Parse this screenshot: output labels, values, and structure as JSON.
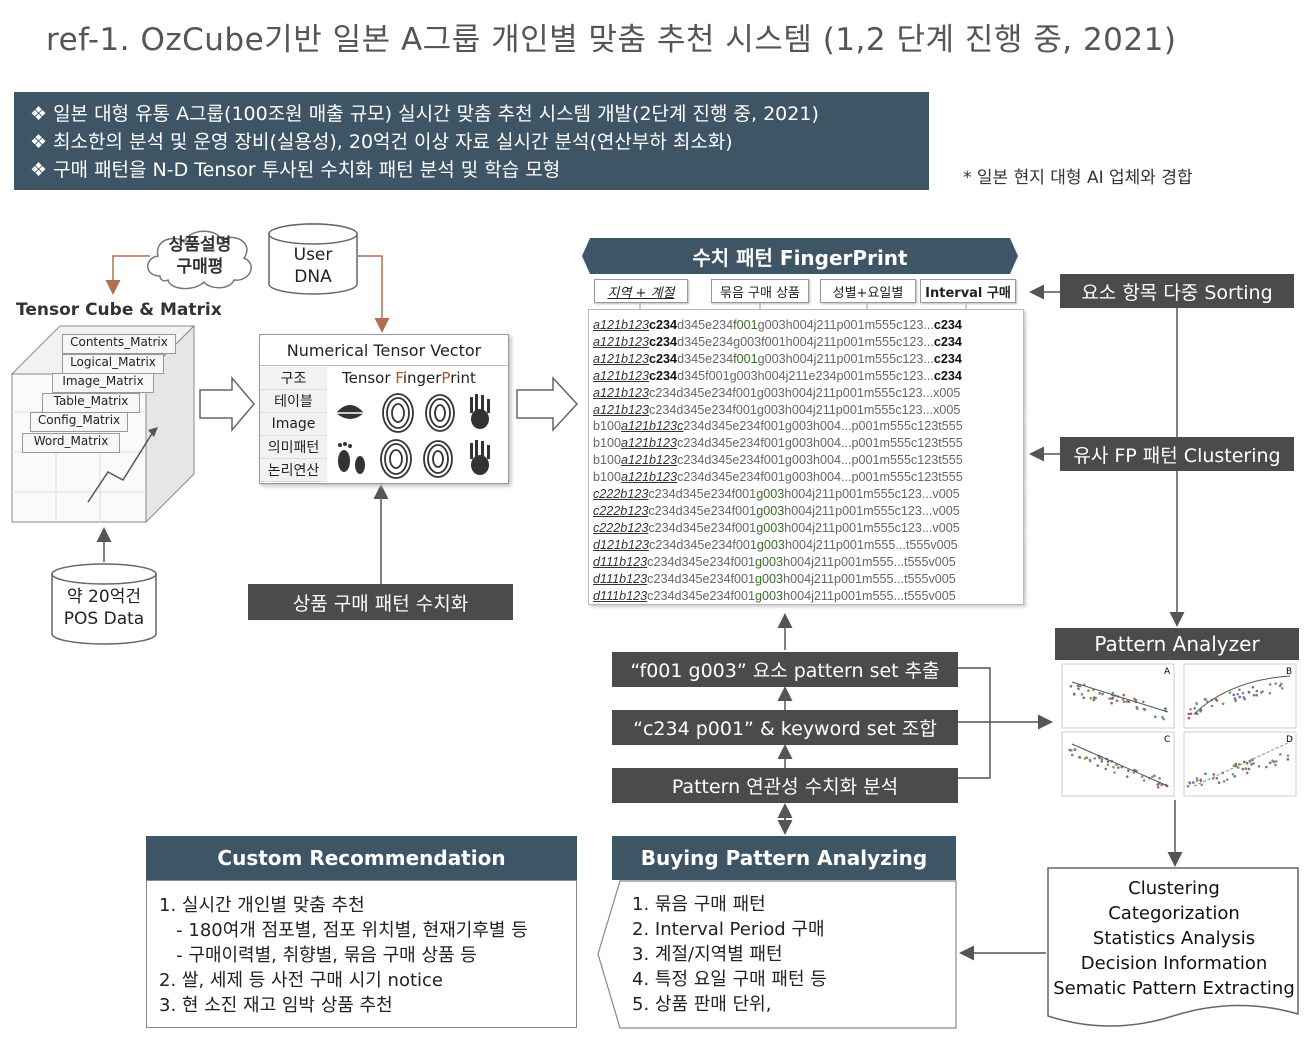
{
  "title": "ref-1. OzCube기반 일본 A그룹 개인별 맞춤 추천 시스템 (1,2 단계 진행 중, 2021)",
  "bullets": [
    "❖ 일본 대형 유통 A그룹(100조원 매출 규모) 실시간 맞춤 추천 시스템 개발(2단계 진행 중, 2021)",
    "❖ 최소한의 분석 및 운영 장비(실용성), 20억건 이상 자료 실시간 분석(연산부하 최소화)",
    "❖ 구매 패턴을 N-D Tensor 투사된 수치화 패턴 분석 및 학습 모형"
  ],
  "note": "* 일본 현지 대형 AI 업체와 경합",
  "left_panel": {
    "cloud_label": "상품설명\n구매평",
    "user_dna": "User\nDNA",
    "tensor_title": "Tensor Cube & Matrix",
    "matrices": [
      "Contents_Matrix",
      "Logical_Matrix",
      "Image_Matrix",
      "Table_Matrix",
      "Config_Matrix",
      "Word_Matrix"
    ],
    "pos_data": "약 20억건\nPOS Data"
  },
  "ntv": {
    "title": "Numerical Tensor Vector",
    "rows": [
      "구조",
      "테이블",
      "Image",
      "의미패턴",
      "논리연산"
    ],
    "fp_label_1": "Tensor ",
    "fp_label_2": "F",
    "fp_label_3": "inger",
    "fp_label_4": "P",
    "fp_label_5": "rint",
    "icons": [
      "lips-icon",
      "fingerprint-icon",
      "fingerprint-icon",
      "handprint-icon",
      "footprint-icon",
      "fingerprint-icon",
      "fingerprint-icon",
      "handprint-icon"
    ]
  },
  "quantize_label": "상품 구매 패턴 수치화",
  "fingerprint": {
    "banner": "수치 패턴 FingerPrint",
    "columns": [
      "지역 + 계절",
      "묶음 구매 상품",
      "성별+요일별",
      "Interval 구매"
    ],
    "rows": [
      [
        [
          "h",
          "a121b123"
        ],
        [
          "b",
          "c234"
        ],
        [
          "n",
          "d345e234"
        ],
        [
          "g",
          "f001"
        ],
        [
          "n",
          "g003h004j211p001m555c123..."
        ],
        [
          "b",
          "c234"
        ]
      ],
      [
        [
          "h",
          "a121b123"
        ],
        [
          "b",
          "c234"
        ],
        [
          "n",
          "d345e234g003f001h004j211p001m555c123..."
        ],
        [
          "b",
          "c234"
        ]
      ],
      [
        [
          "h",
          "a121b123"
        ],
        [
          "b",
          "c234"
        ],
        [
          "n",
          "d345e234"
        ],
        [
          "g",
          "f001"
        ],
        [
          "n",
          "g003h004j211p001m555c123..."
        ],
        [
          "b",
          "c234"
        ]
      ],
      [
        [
          "h",
          "a121b123"
        ],
        [
          "b",
          "c234"
        ],
        [
          "n",
          "d345f001g003h004j211e234p001m555c123..."
        ],
        [
          "b",
          "c234"
        ]
      ],
      [
        [
          "h",
          "a121b123"
        ],
        [
          "n",
          "c234d345e234f001g003h004j211p001m555c123...x005"
        ]
      ],
      [
        [
          "h",
          "a121b123"
        ],
        [
          "n",
          "c234d345e234f001g003h004j211p001m555c123...x005"
        ]
      ],
      [
        [
          "n",
          "b100"
        ],
        [
          "h",
          "a121b123c"
        ],
        [
          "n",
          "234d345e234f001g003h004...p001m555c123t555"
        ]
      ],
      [
        [
          "n",
          "b100"
        ],
        [
          "h",
          "a121b123"
        ],
        [
          "n",
          "c234d345e234f001g003h004...p001m555c123t555"
        ]
      ],
      [
        [
          "n",
          "b100"
        ],
        [
          "h",
          "a121b123"
        ],
        [
          "n",
          "c234d345e234f001g003h004...p001m555c123t555"
        ]
      ],
      [
        [
          "n",
          "b100"
        ],
        [
          "h",
          "a121b123"
        ],
        [
          "n",
          "c234d345e234f001g003h004...p001m555c123t555"
        ]
      ],
      [
        [
          "h",
          "c222b123"
        ],
        [
          "n",
          "c234d345e234f001"
        ],
        [
          "g",
          "g003"
        ],
        [
          "n",
          "h004j211p001m555c123...v005"
        ]
      ],
      [
        [
          "h",
          "c222b123"
        ],
        [
          "n",
          "c234d345e234f001"
        ],
        [
          "g",
          "g003"
        ],
        [
          "n",
          "h004j211p001m555c123...v005"
        ]
      ],
      [
        [
          "h",
          "c222b123"
        ],
        [
          "n",
          "c234d345e234f001"
        ],
        [
          "g",
          "g003"
        ],
        [
          "n",
          "h004j211p001m555c123...v005"
        ]
      ],
      [
        [
          "h",
          "d121b123"
        ],
        [
          "n",
          "c234d345e234f001"
        ],
        [
          "g",
          "g003"
        ],
        [
          "n",
          "h004j211p001m555...t555v005"
        ]
      ],
      [
        [
          "h",
          "d111b123"
        ],
        [
          "n",
          "c234d345e234f001"
        ],
        [
          "g",
          "g003"
        ],
        [
          "n",
          "h004j211p001m555...t555v005"
        ]
      ],
      [
        [
          "h",
          "d111b123"
        ],
        [
          "n",
          "c234d345e234f001"
        ],
        [
          "g",
          "g003"
        ],
        [
          "n",
          "h004j211p001m555...t555v005"
        ]
      ],
      [
        [
          "h",
          "d111b123"
        ],
        [
          "n",
          "c234d345e234f001"
        ],
        [
          "g",
          "g003"
        ],
        [
          "n",
          "h004j211p001m555...t555v005"
        ]
      ]
    ]
  },
  "sorting_label": "요소 항목 다중 Sorting",
  "clustering_label": "유사 FP 패턴 Clustering",
  "pattern_analyzer": "Pattern Analyzer",
  "plot_letters": [
    "A",
    "B",
    "C",
    "D"
  ],
  "steps": [
    "“f001 g003” 요소 pattern set 추출",
    "“c234 p001” & keyword set 조합",
    "Pattern 연관성 수치화 분석"
  ],
  "buying": {
    "title": "Buying Pattern Analyzing",
    "items": [
      "1. 묶음 구매 패턴",
      "2. Interval Period 구매",
      "3. 계절/지역별 패턴",
      "4. 특정 요일 구매 패턴 등",
      "5. 상품 판매 단위,"
    ]
  },
  "custom": {
    "title": "Custom Recommendation",
    "items": [
      "1. 실시간 개인별 맞춤 추천",
      "   - 180여개 점포별, 점포 위치별, 현재기후별 등",
      "   - 구매이력별, 취향별, 묶음 구매 상품 등",
      "2. 쌀, 세제 등 사전 구매 시기 notice",
      "3. 현 소진 재고 임박 상품 추천"
    ]
  },
  "doc_items": [
    "Clustering",
    "Categorization",
    "Statistics Analysis",
    "Decision Information",
    "Sematic Pattern Extracting"
  ],
  "colors": {
    "navy": "#3e5566",
    "dark_gray": "#4b4b4b",
    "arrow_brown": "#b07050",
    "highlight_green": "#3a6a2a"
  }
}
